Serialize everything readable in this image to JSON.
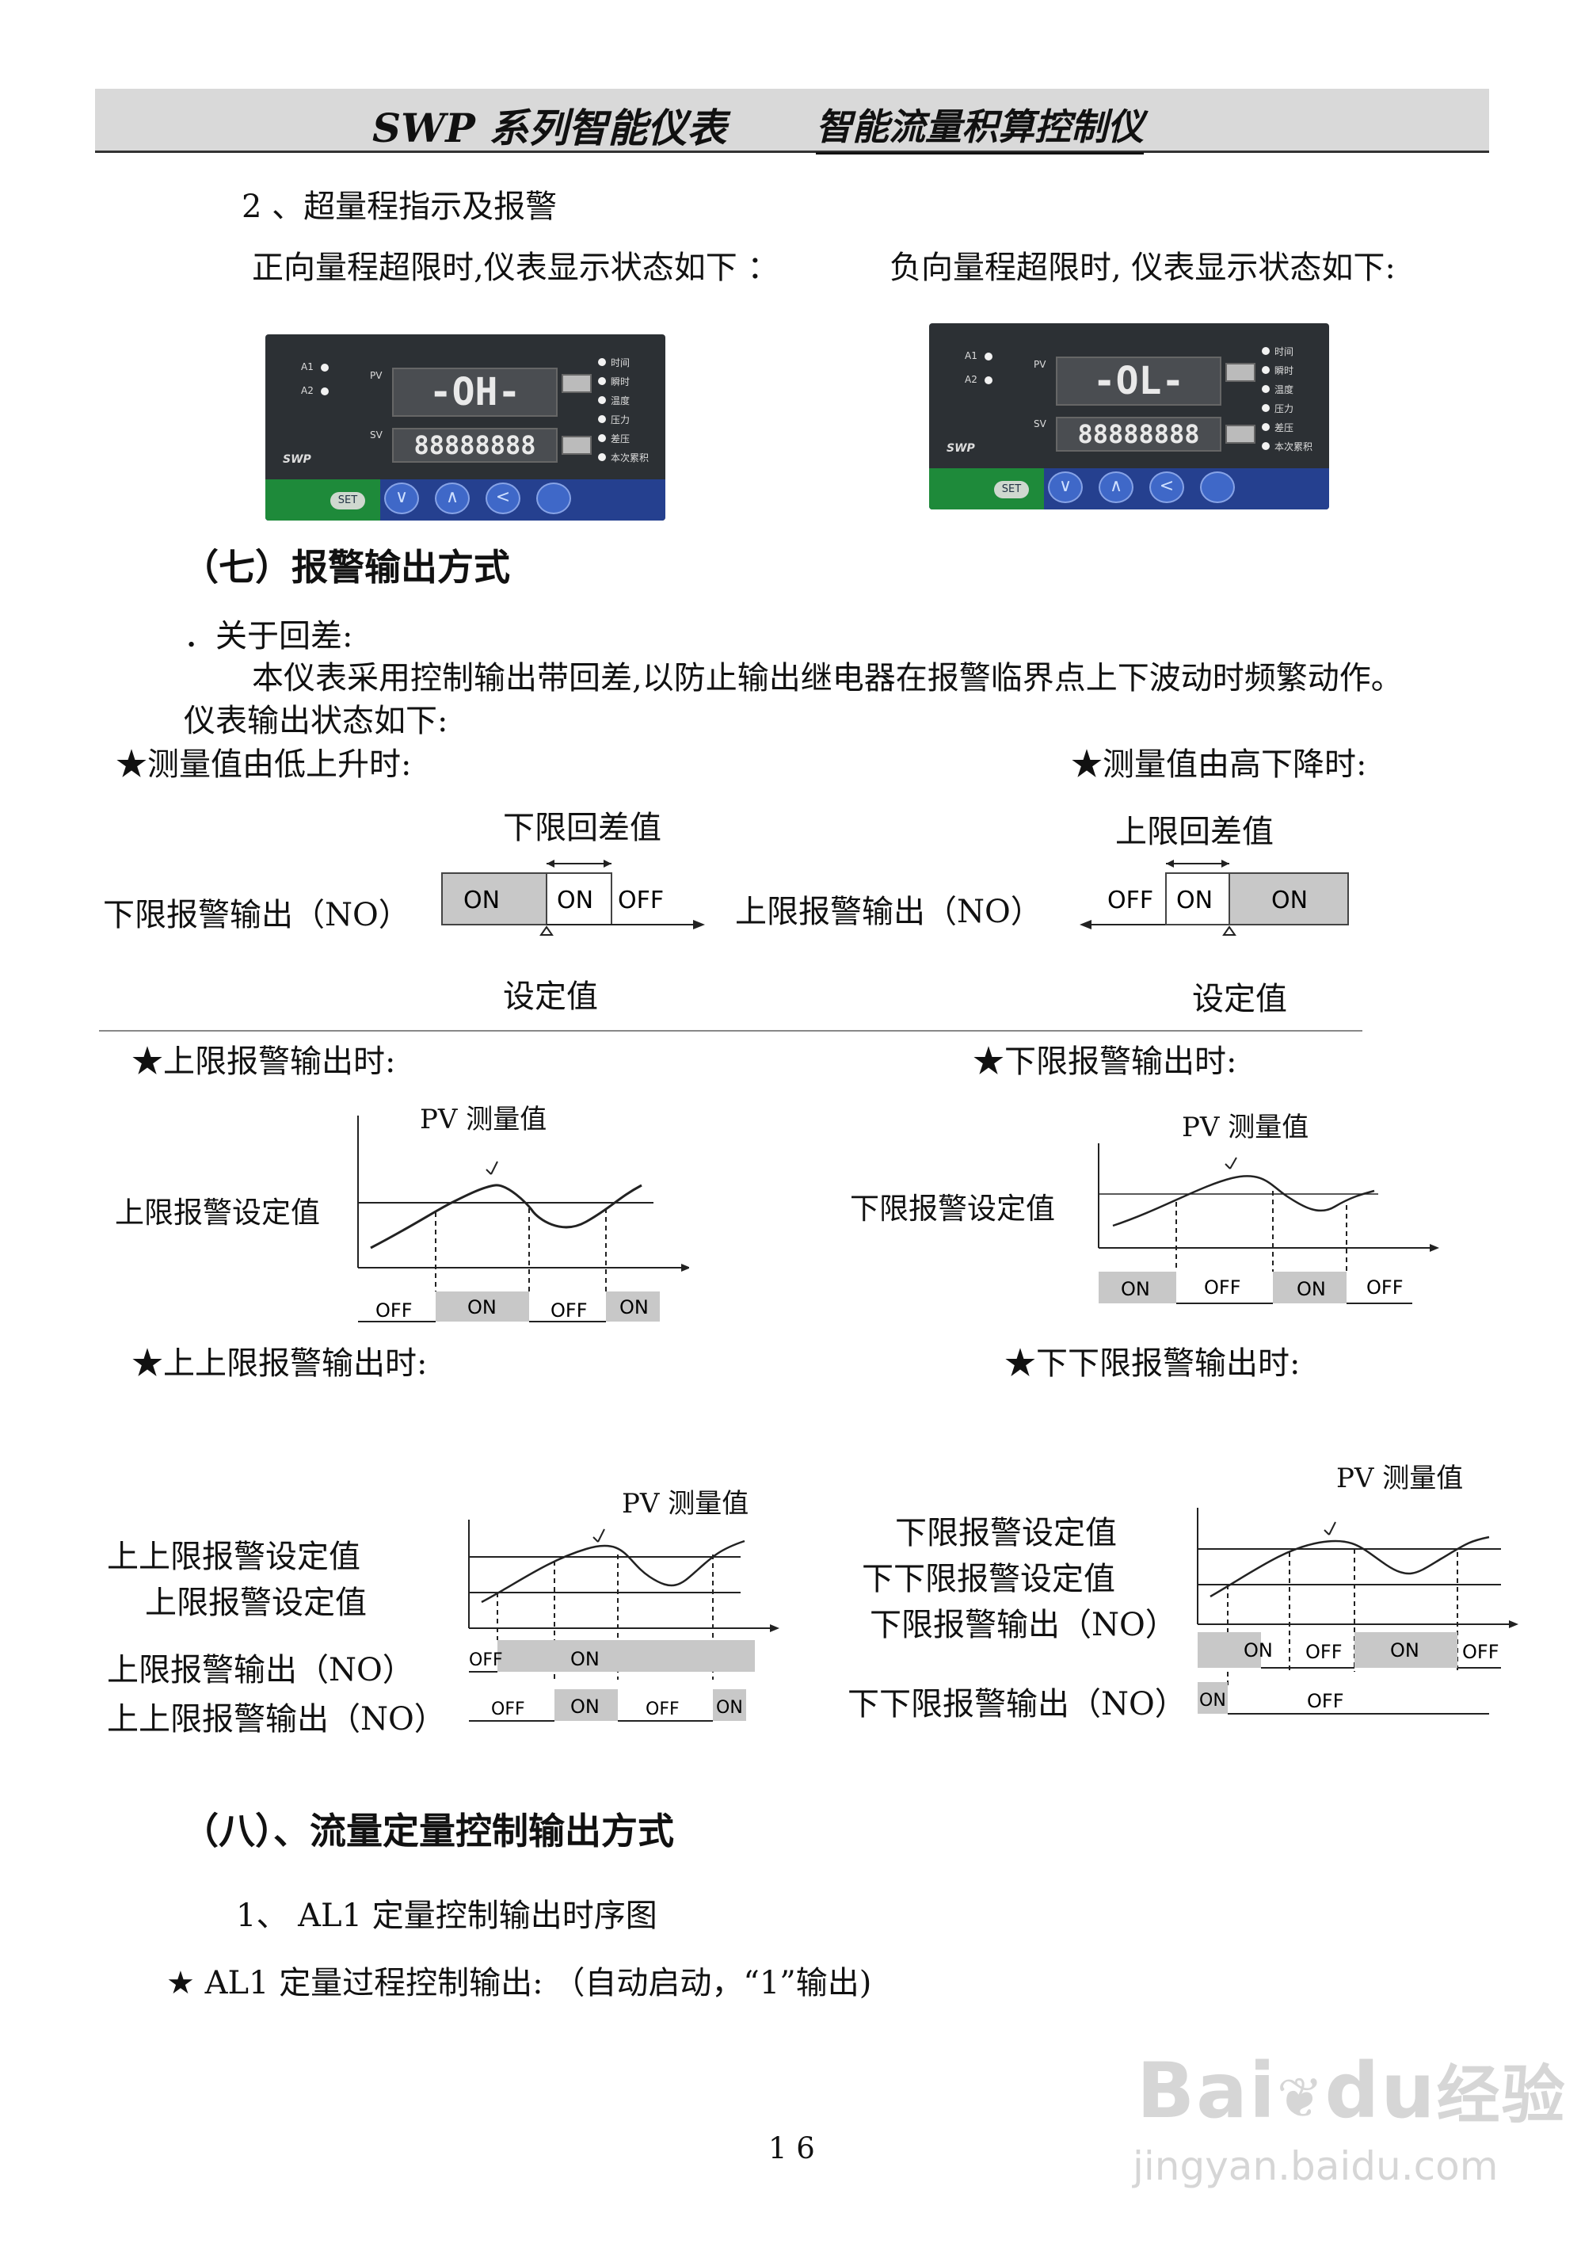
{
  "header": {
    "brand": "SWP 系列智能仪表",
    "title": "智能流量积算控制仪"
  },
  "s2": {
    "title": "2 、超量程指示及报警",
    "pos_caption": "正向量程超限时,仪表显示状态如下 ：",
    "neg_caption": "负向量程超限时, 仪表显示状态如下:",
    "pos_display": "-OH-",
    "neg_display": "-OL-",
    "sv_display": "88888888",
    "pv_label": "PV",
    "sv_label": "SV",
    "a1": "A1",
    "a2": "A2",
    "set_key": "SET",
    "logo": "SWP",
    "indicators": [
      "时间",
      "瞬时",
      "温度",
      "压力",
      "差压",
      "本次累积"
    ]
  },
  "s7": {
    "title": "（七）报警输出方式",
    "hys_title": "．关于回差:",
    "hys_text": "本仪表采用控制输出带回差,以防止输出继电器在报警临界点上下波动时频繁动作。",
    "status_text": "仪表输出状态如下:",
    "rise_title": "★测量值由低上升时:",
    "fall_title": "★测量值由高下降时:",
    "low_hys_label": "下限回差值",
    "high_hys_label": "上限回差值",
    "low_out_label": "下限报警输出（NO）",
    "high_out_label": "上限报警输出（NO）",
    "setpoint_label": "设定值",
    "setpoint_label_2": "设定值",
    "on": "ON",
    "off": "OFF",
    "hi_title": "★上限报警输出时:",
    "lo_title": "★下限报警输出时:",
    "pv_label": "PV 测量值",
    "hi_set_label": "上限报警设定值",
    "lo_set_label": "下限报警设定值",
    "hihi_title": "★上上限报警输出时:",
    "lolo_title": "★下下限报警输出时:",
    "hihi_set_label": "上上限报警设定值",
    "hi_set_label_2": "上限报警设定值",
    "hi_out_label": "上限报警输出（NO）",
    "hihi_out_label": "上上限报警输出（NO）",
    "lo_set_label_2": "下限报警设定值",
    "lolo_set_label": "下下限报警设定值",
    "lo_out_label": "下限报警输出（NO）",
    "lolo_out_label": "下下限报警输出（NO）"
  },
  "s8": {
    "title": "（八）、流量定量控制输出方式",
    "item1": "1、  AL1 定量控制输出时序图",
    "item1_sub": "★ AL1 定量过程控制输出: （自动启动，“1”输出)"
  },
  "footer": {
    "page": "1 6"
  },
  "watermark": {
    "brand": "Bai",
    "brand2": "du",
    "jingyan": "经验",
    "url": "jingyan.baidu.com"
  }
}
